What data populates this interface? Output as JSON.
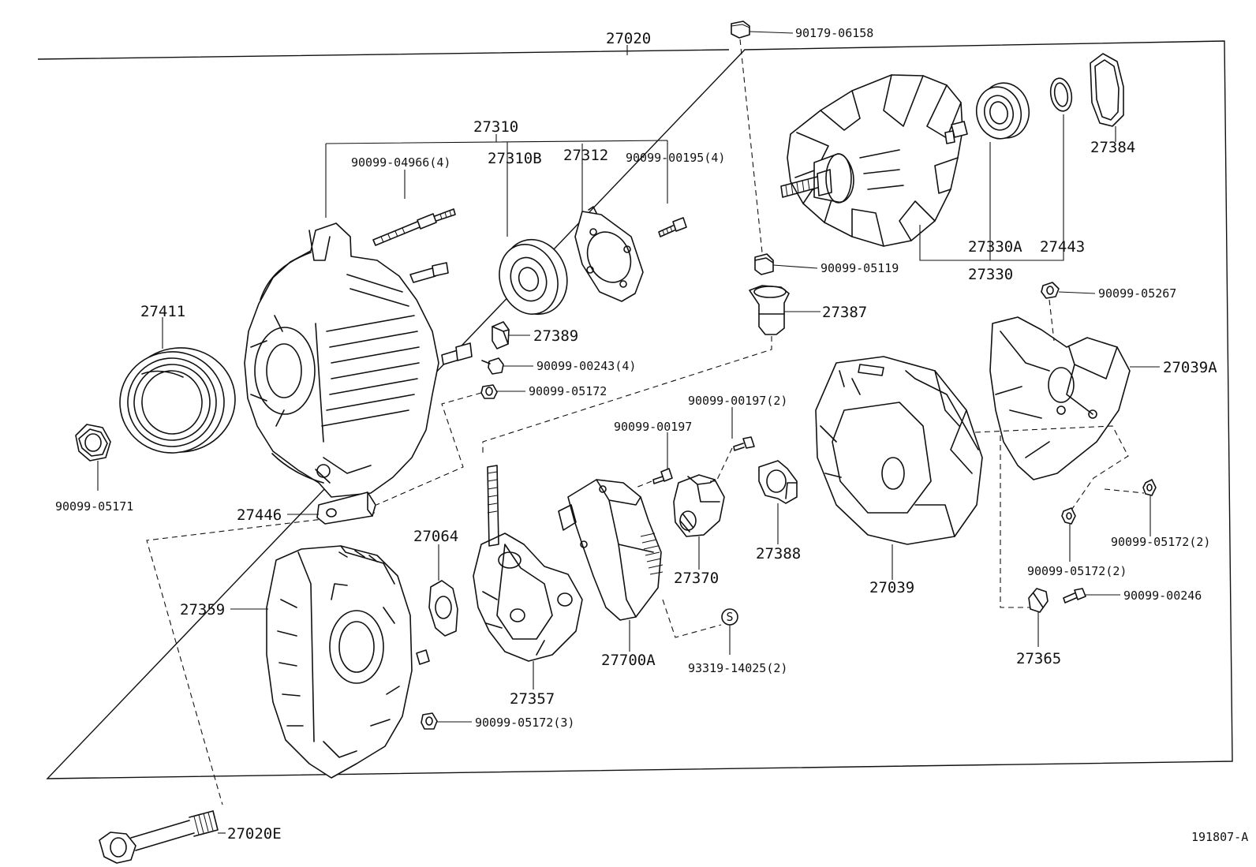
{
  "diagram": {
    "id": "191807-A",
    "labels": {
      "p27020": "27020",
      "p90179_06158": "90179-06158",
      "p27310": "27310",
      "p90099_04966_4": "90099-04966(4)",
      "p27310B": "27310B",
      "p27312": "27312",
      "p90099_00195_4": "90099-00195(4)",
      "p27384": "27384",
      "p27330A": "27330A",
      "p27443": "27443",
      "p27330": "27330",
      "p90099_05119": "90099-05119",
      "p27387": "27387",
      "p90099_05267": "90099-05267",
      "p27039A": "27039A",
      "p27411": "27411",
      "p27389": "27389",
      "p90099_00243_4": "90099-00243(4)",
      "p90099_05172": "90099-05172",
      "p90099_00197_2": "90099-00197(2)",
      "p90099_00197": "90099-00197",
      "p90099_05171": "90099-05171",
      "p27446": "27446",
      "p27064": "27064",
      "p27370": "27370",
      "p27388": "27388",
      "p27039": "27039",
      "p90099_05172_2a": "90099-05172(2)",
      "p90099_05172_2b": "90099-05172(2)",
      "p90099_00246": "90099-00246",
      "p27359": "27359",
      "p27700A": "27700A",
      "p93319_14025_2": "93319-14025(2)",
      "p27357": "27357",
      "p27365": "27365",
      "p90099_05172_3": "90099-05172(3)",
      "p27020E": "27020E",
      "s_mark": "S"
    }
  }
}
